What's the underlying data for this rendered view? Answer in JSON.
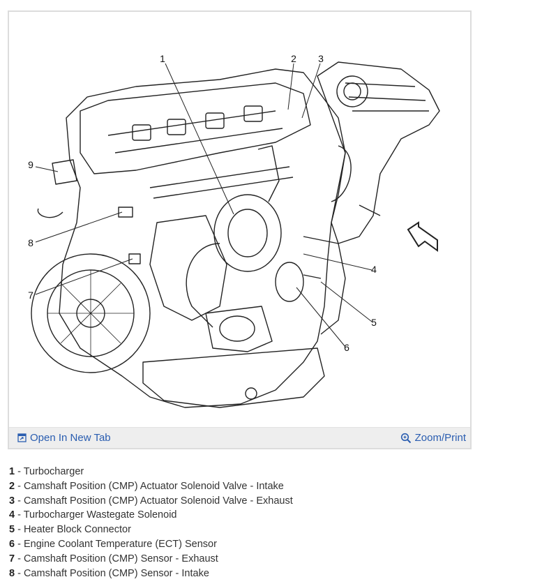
{
  "viewer": {
    "open_tab_label": "Open In New Tab",
    "zoom_label": "Zoom/Print",
    "open_tab_icon": "open-new-tab-icon",
    "zoom_icon": "magnifier-icon",
    "link_color": "#2a5db0"
  },
  "callouts": [
    "1",
    "2",
    "3",
    "4",
    "5",
    "6",
    "7",
    "8",
    "9"
  ],
  "legend": [
    {
      "num": "1",
      "text": " - Turbocharger"
    },
    {
      "num": "2",
      "text": " - Camshaft Position (CMP) Actuator Solenoid Valve - Intake"
    },
    {
      "num": "3",
      "text": " - Camshaft Position (CMP) Actuator Solenoid Valve - Exhaust"
    },
    {
      "num": "4",
      "text": " - Turbocharger Wastegate Solenoid"
    },
    {
      "num": "5",
      "text": " - Heater Block Connector"
    },
    {
      "num": "6",
      "text": " - Engine Coolant Temperature (ECT) Sensor"
    },
    {
      "num": "7",
      "text": " - Camshaft Position (CMP) Sensor - Exhaust"
    },
    {
      "num": "8",
      "text": " - Camshaft Position (CMP) Sensor - Intake"
    }
  ]
}
